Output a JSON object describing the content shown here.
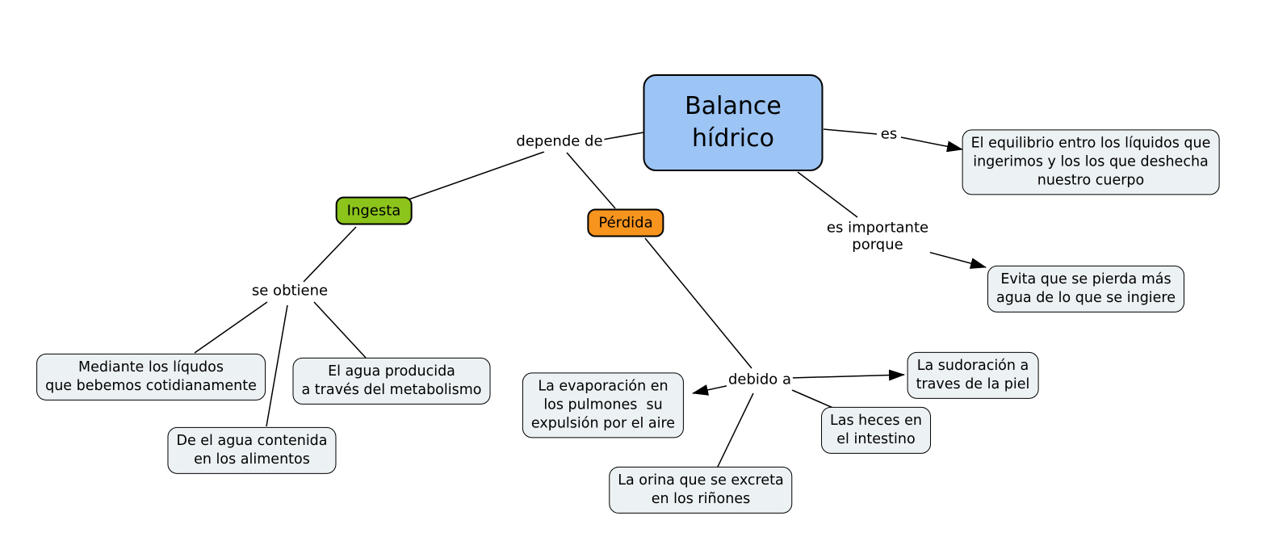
{
  "diagram": {
    "type": "concept-map",
    "title": "Balance hídrico",
    "colors": {
      "main_node": "#9CC4F4",
      "ingesta_node": "#8CC41C",
      "perdida_node": "#F7941E",
      "detail_node": "#ECF1F4",
      "border": "#000000",
      "line": "#000000",
      "background": "#FFFFFF"
    },
    "nodes": {
      "balance": "Balance\nhídrico",
      "ingesta": "Ingesta",
      "perdida": "Pérdida",
      "equilibrio": "El equilibrio entro los líquidos que\ningerimos y los los que deshecha\nnuestro cuerpo",
      "evita": "Evita que se pierda más\nagua de lo que se ingiere",
      "mediante": "Mediante los líqudos\nque bebemos cotidianamente",
      "agua_metabolismo": "El agua producida\na través del metabolismo",
      "agua_alimentos": "De el agua contenida\nen los alimentos",
      "evaporacion": "La evaporación en\nlos pulmones  su\nexpulsión por el aire",
      "sudoracion": "La sudoración a\ntraves de la piel",
      "heces": "Las heces en\nel intestino",
      "orina": "La orina que se excreta\nen los riñones"
    },
    "link_labels": {
      "depende_de": "depende de",
      "es": "es",
      "es_importante_porque": "es importante\nporque",
      "se_obtiene": "se obtiene",
      "debido_a": "debido a"
    }
  }
}
